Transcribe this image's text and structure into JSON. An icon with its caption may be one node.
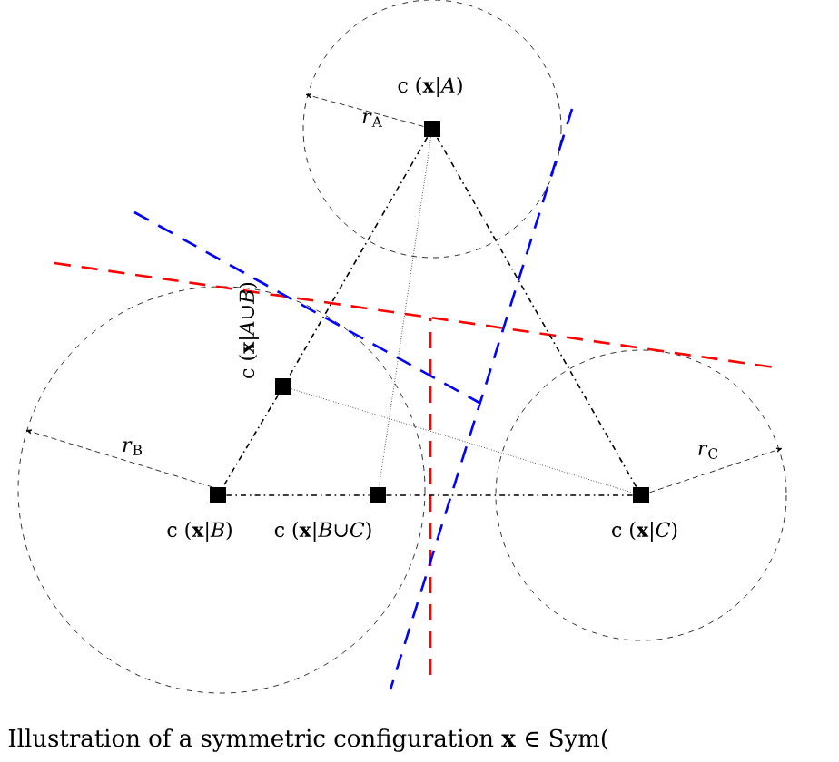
{
  "diagram": {
    "caption": "Illustration of a symmetric configuration **x** ∈ Sym(",
    "nodes": [
      {
        "text": [],
        "shape": "box",
        "beside": [
          "c (**x**|*A*)"
        ]
      },
      {
        "text": [],
        "shape": "box",
        "beside": [
          "c (**x**|*A*∪*B*)"
        ]
      },
      {
        "text": [],
        "shape": "box",
        "beside": [
          "c (**x**|*B*)"
        ]
      },
      {
        "text": [],
        "shape": "box",
        "beside": [
          "c (**x**|*B*∪*C*)"
        ]
      },
      {
        "text": [],
        "shape": "box",
        "beside": [
          "c (**x**|*C*)"
        ]
      }
    ],
    "edges": [
      {
        "from": 0,
        "to": 1,
        "arrow": "none",
        "style": "dashed"
      },
      {
        "from": 1,
        "to": 2,
        "arrow": "none",
        "style": "dashed"
      },
      {
        "from": 2,
        "to": 3,
        "arrow": "none",
        "style": "dashed"
      },
      {
        "from": 3,
        "to": 4,
        "arrow": "none",
        "style": "dashed"
      },
      {
        "from": 4,
        "to": 0,
        "arrow": "none",
        "style": "dashed"
      },
      {
        "from": 0,
        "to": 3,
        "arrow": "none"
      },
      {
        "from": 1,
        "to": 4,
        "arrow": "none"
      }
    ],
    "labels": [
      "*r*$_{A}$",
      "*r*$_{B}$",
      "*r*$_{C}$"
    ]
  }
}
